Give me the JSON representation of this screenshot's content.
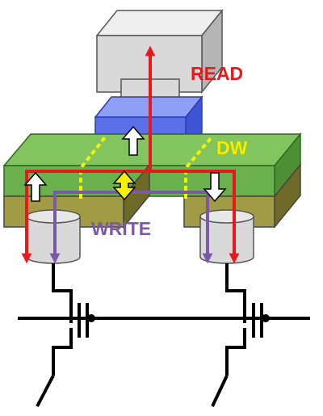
{
  "labels": {
    "read": "READ",
    "dw": "DW",
    "write": "WRITE"
  },
  "colors": {
    "read": "#e41a1c",
    "write": "#7b59a8",
    "dw": "#f7f200",
    "ref_layer": "#5b70e8",
    "free_layer_green": "#6ab04c",
    "olive_base": "#a29b45",
    "barrier_magenta": "#d05cd6",
    "electrode_gray": "#d9d9d9",
    "background": "#ffffff",
    "wire": "#000000"
  }
}
